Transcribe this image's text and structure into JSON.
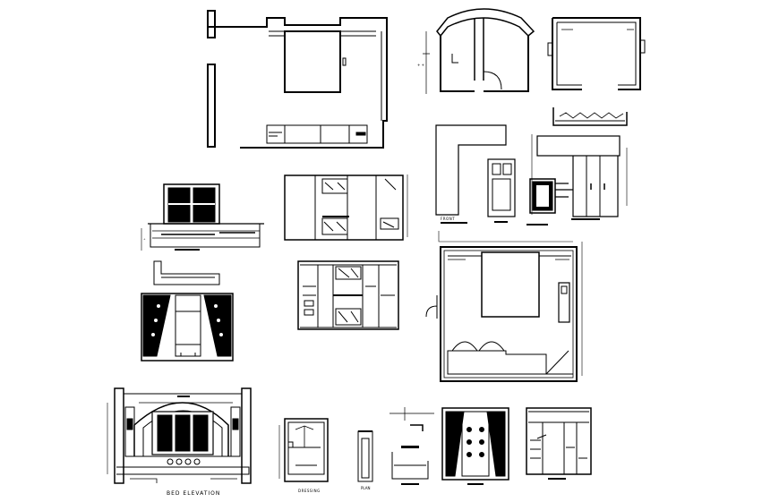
{
  "sheet": {
    "background": "#ffffff",
    "ink": "#000000"
  },
  "labels": {
    "front": "FRONT",
    "bed_elevation": "BED ELEVATION",
    "dressing": "DRESSING",
    "plan": "PLAN"
  }
}
